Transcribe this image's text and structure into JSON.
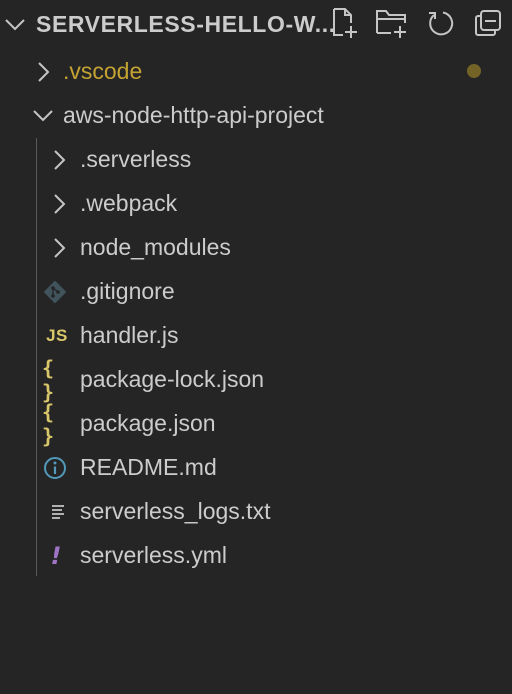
{
  "header": {
    "title": "SERVERLESS-HELLO-W...",
    "actions": {
      "new_file": "new-file-icon",
      "new_folder": "new-folder-icon",
      "refresh": "refresh-icon",
      "collapse": "collapse-all-icon"
    }
  },
  "tree": {
    "vscode": {
      "label": ".vscode",
      "color": "#c5a332",
      "badge_color": "#736326"
    },
    "project": {
      "label": "aws-node-http-api-project"
    },
    "serverless_dir": {
      "label": ".serverless"
    },
    "webpack_dir": {
      "label": ".webpack"
    },
    "node_modules": {
      "label": "node_modules"
    },
    "gitignore": {
      "label": ".gitignore",
      "icon": "git-icon"
    },
    "handler": {
      "label": "handler.js",
      "icon": "javascript-icon",
      "icon_text": "JS",
      "icon_color": "#d9c76a"
    },
    "package_lock": {
      "label": "package-lock.json",
      "icon": "json-icon",
      "icon_text": "{ }",
      "icon_color": "#d9c76a"
    },
    "package": {
      "label": "package.json",
      "icon": "json-icon",
      "icon_text": "{ }",
      "icon_color": "#d9c76a"
    },
    "readme": {
      "label": "README.md",
      "icon": "info-icon",
      "icon_color": "#519aba"
    },
    "logs": {
      "label": "serverless_logs.txt",
      "icon": "text-file-icon"
    },
    "yml": {
      "label": "serverless.yml",
      "icon": "yaml-icon",
      "icon_text": "!",
      "icon_color": "#a074c4"
    }
  }
}
